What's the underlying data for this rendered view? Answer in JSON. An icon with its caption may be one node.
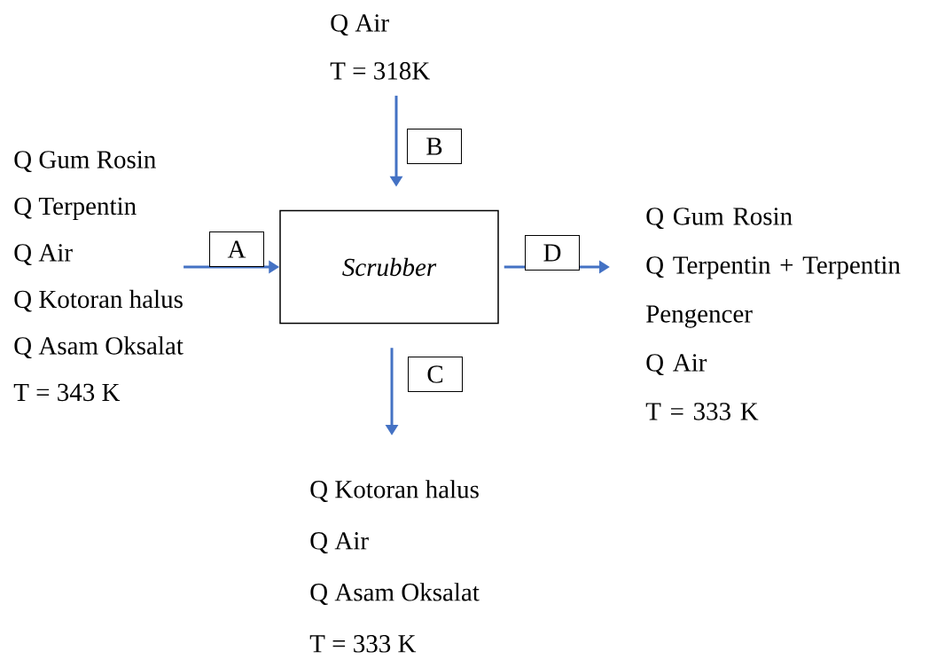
{
  "diagram": {
    "nodes": [
      {
        "text": [
          "Scrubber"
        ]
      },
      {
        "text": [
          "Q Air",
          "T = 318K"
        ]
      },
      {
        "text": [
          "Q Gum Rosin",
          "Q Terpentin",
          "Q Air",
          "Q Kotoran halus",
          "Q Asam Oksalat",
          "T = 343 K"
        ]
      },
      {
        "text": [
          "Q Kotoran halus",
          "Q Air",
          "Q Asam Oksalat",
          "T = 333 K"
        ]
      },
      {
        "text": [
          "Q Gum Rosin",
          "Q Terpentin + Terpentin Pengencer",
          "Q Air",
          "T = 333 K"
        ]
      }
    ],
    "edges": [
      {
        "from": 2,
        "to": 0,
        "arrow": "to",
        "label": "A"
      },
      {
        "from": 1,
        "to": 0,
        "arrow": "to",
        "label": "B"
      },
      {
        "from": 0,
        "to": 3,
        "arrow": "to",
        "label": "C"
      },
      {
        "from": 0,
        "to": 4,
        "arrow": "to",
        "label": "D"
      }
    ]
  }
}
